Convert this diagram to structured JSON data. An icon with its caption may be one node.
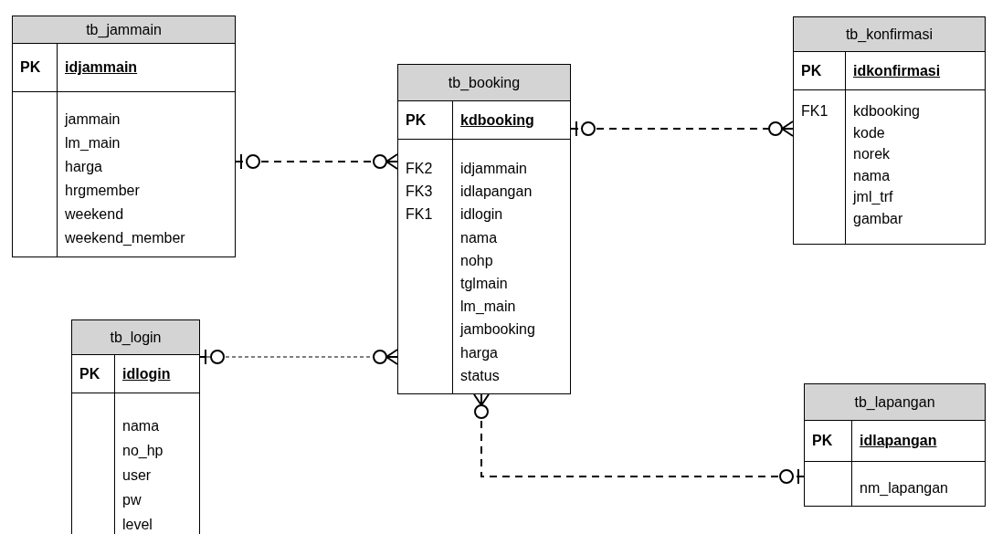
{
  "diagram": {
    "nodes": [
      {
        "text": [
          "tb_jammain",
          "PK",
          "idjammain",
          "jammain",
          "lm_main",
          "harga",
          "hrgmember",
          "weekend",
          "weekend_member"
        ]
      },
      {
        "text": [
          "tb_booking",
          "PK",
          "kdbooking",
          "FK2",
          "FK3",
          "FK1",
          "idjammain",
          "idlapangan",
          "idlogin",
          "nama",
          "nohp",
          "tglmain",
          "lm_main",
          "jambooking",
          "harga",
          "status"
        ]
      },
      {
        "text": [
          "tb_konfirmasi",
          "PK",
          "idkonfirmasi",
          "FK1",
          "kdbooking",
          "kode",
          "norek",
          "nama",
          "jml_trf",
          "gambar"
        ]
      },
      {
        "text": [
          "tb_login",
          "PK",
          "idlogin",
          "nama",
          "no_hp",
          "user",
          "pw",
          "level"
        ]
      },
      {
        "text": [
          "tb_lapangan",
          "PK",
          "idlapangan",
          "nm_lapangan"
        ]
      }
    ],
    "edges": [
      {
        "from": 0,
        "to": 1,
        "arrow": "other",
        "style": "dashed"
      },
      {
        "from": 1,
        "to": 2,
        "arrow": "other",
        "style": "dashed"
      },
      {
        "from": 3,
        "to": 1,
        "arrow": "other",
        "style": "dashed"
      },
      {
        "from": 4,
        "to": 1,
        "arrow": "other",
        "style": "dashed"
      }
    ]
  }
}
